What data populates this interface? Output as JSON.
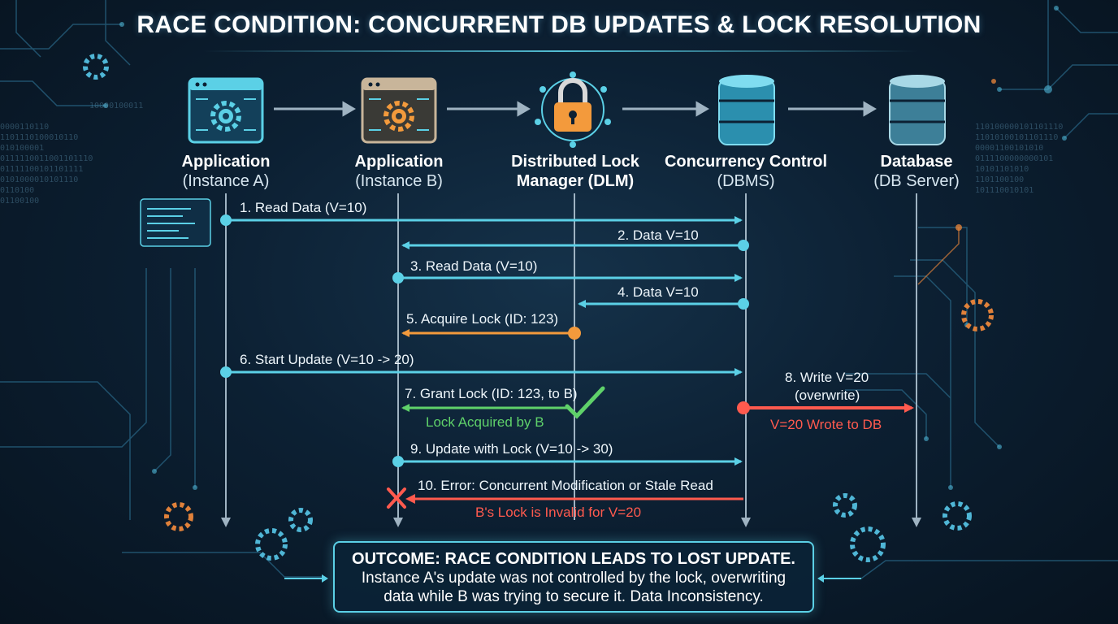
{
  "title": "RACE CONDITION: CONCURRENT DB UPDATES & LOCK RESOLUTION",
  "colors": {
    "cyan": "#5bd0e6",
    "orange": "#f39a3c",
    "green": "#5fd16a",
    "red": "#ff5a4e",
    "lifeline": "#9fb3c2"
  },
  "actors": [
    {
      "name": "Application",
      "sub": "(Instance A)",
      "icon": "app-window-gear-icon"
    },
    {
      "name": "Application",
      "sub": "(Instance B)",
      "icon": "app-window-gear-icon"
    },
    {
      "name": "Distributed Lock",
      "sub": "Manager (DLM)",
      "icon": "padlock-network-icon"
    },
    {
      "name": "Concurrency Control",
      "sub": "(DBMS)",
      "icon": "database-stack-icon"
    },
    {
      "name": "Database",
      "sub": "(DB Server)",
      "icon": "database-stack-icon"
    }
  ],
  "messages": [
    {
      "label": "1. Read Data (V=10)",
      "from": 0,
      "to": 3,
      "color": "cyan"
    },
    {
      "label": "2. Data V=10",
      "from": 3,
      "to": 1,
      "color": "cyan"
    },
    {
      "label": "3. Read Data (V=10)",
      "from": 1,
      "to": 3,
      "color": "cyan"
    },
    {
      "label": "4. Data V=10",
      "from": 3,
      "to": 2,
      "color": "cyan"
    },
    {
      "label": "5. Acquire Lock (ID: 123)",
      "from": 2,
      "to": 1,
      "color": "orange"
    },
    {
      "label": "6. Start Update (V=10 -> 20)",
      "from": 0,
      "to": 3,
      "color": "cyan"
    },
    {
      "label": "7. Grant Lock (ID: 123, to B)",
      "from": 2,
      "to": 1,
      "color": "green",
      "note": "Lock Acquired by B"
    },
    {
      "label": "8. Write V=20",
      "label2": "(overwrite)",
      "from": 3,
      "to": 4,
      "color": "red",
      "note": "V=20 Wrote to DB"
    },
    {
      "label": "9. Update with Lock (V=10 -> 30)",
      "from": 1,
      "to": 3,
      "color": "cyan"
    },
    {
      "label": "10. Error: Concurrent Modification or Stale Read",
      "from": 3,
      "to": 1,
      "color": "red",
      "note": "B's Lock is Invalid for V=20"
    }
  ],
  "outcome": {
    "title": "OUTCOME: RACE CONDITION LEADS TO LOST UPDATE.",
    "line1": "Instance A's update was not controlled by the lock, overwriting",
    "line2": "data while B was trying to secure it. Data Inconsistency."
  },
  "decor": {
    "binary_left": "0000110110\n1101110100010110\n010100001\n0111110011001101110\n01111100101101111\n0101000010101110\n0110100\n01100100",
    "binary_right": "110100000101101110\n11010100101101110\n00001100101010\n0111100000000101\n10101101010\n1101100100\n101110010101",
    "binary_top": "10000100011"
  }
}
